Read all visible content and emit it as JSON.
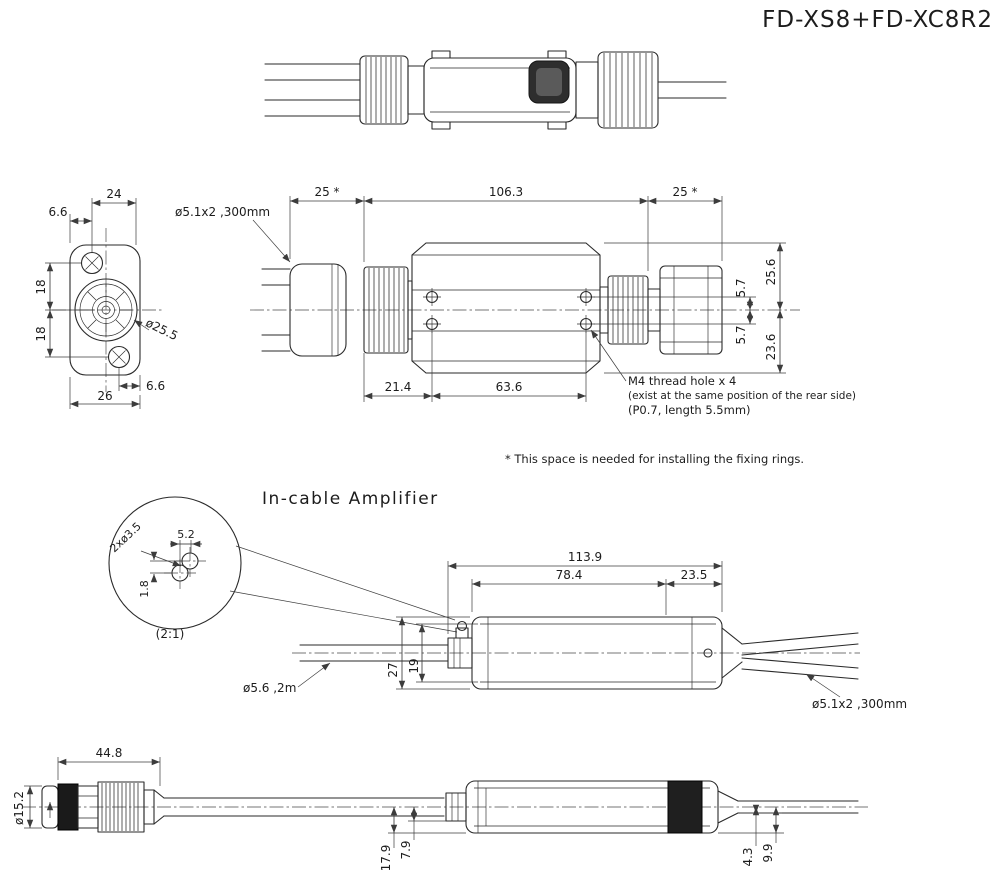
{
  "title": "FD-XS8+FD-XC8R2",
  "amp_heading": "In-cable Amplifier",
  "notes": {
    "m4_1": "M4 thread hole x 4",
    "m4_2": "(exist at the same position of the rear side)",
    "m4_3": "(P0.7, length 5.5mm)",
    "fixing": "* This space is needed for installing the fixing rings.",
    "detail_scale": "(2:1)"
  },
  "cable_labels": {
    "sensor": "ø5.1x2 ,300mm",
    "amp_input": "ø5.6 ,2m",
    "amp_output": "ø5.1x2 ,300mm"
  },
  "dims": {
    "front": {
      "top_width": "24",
      "top_offset": "6.6",
      "upper_height": "18",
      "lower_height": "18",
      "lens_dia": "ø25.5",
      "bottom_offset": "6.6",
      "bottom_width": "26"
    },
    "side": {
      "left_space": "25 *",
      "body_length": "106.3",
      "right_space": "25 *",
      "hole_up": "5.7",
      "upper_half": "25.6",
      "hole_down": "5.7",
      "lower_half": "23.6",
      "hole_left_offset": "21.4",
      "hole_pitch": "63.6"
    },
    "detail": {
      "holes": "2xø3.5",
      "width": "5.2",
      "height": "1.8"
    },
    "amp": {
      "total_length": "113.9",
      "body_length": "78.4",
      "end_length": "23.5",
      "height": "27",
      "inner_height": "19"
    },
    "plug": {
      "length": "44.8",
      "dia": "ø15.2"
    },
    "amp_side": {
      "lower_full": "17.9",
      "lower_inner": "7.9",
      "right_inner": "4.3",
      "right_outer": "9.9"
    }
  }
}
